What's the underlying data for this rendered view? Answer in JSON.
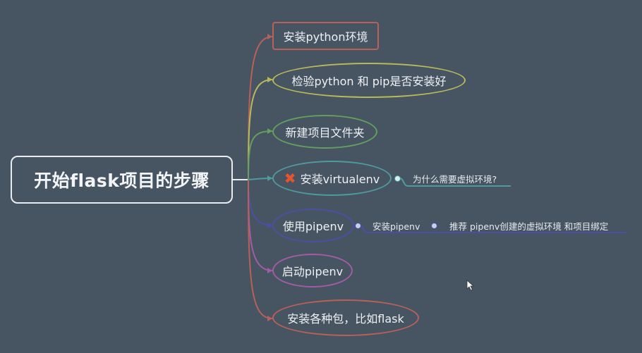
{
  "root": {
    "label": "开始flask项目的步骤"
  },
  "branches": [
    {
      "label": "安装python环境",
      "shape": "rect",
      "color": "#b8605a"
    },
    {
      "label": "检验python 和 pip是否安装好",
      "shape": "ellipse",
      "color": "#b9b95a"
    },
    {
      "label": "新建项目文件夹",
      "shape": "ellipse",
      "color": "#63a05e"
    },
    {
      "label": "安装virtualenv",
      "shape": "ellipse",
      "color": "#4e9a9c",
      "icon": "✖",
      "children": [
        {
          "label": "为什么需要虚拟环境?"
        }
      ]
    },
    {
      "label": "使用pipenv",
      "shape": "ellipse",
      "color": "#4d4fa3",
      "children": [
        {
          "label": "安装pipenv"
        },
        {
          "label": "推荐 pipenv创建的虚拟环境 和项目绑定"
        }
      ]
    },
    {
      "label": "启动pipenv",
      "shape": "ellipse",
      "color": "#a25ca6"
    },
    {
      "label": "安装各种包，比如flask",
      "shape": "ellipse",
      "color": "#b8605a"
    }
  ]
}
